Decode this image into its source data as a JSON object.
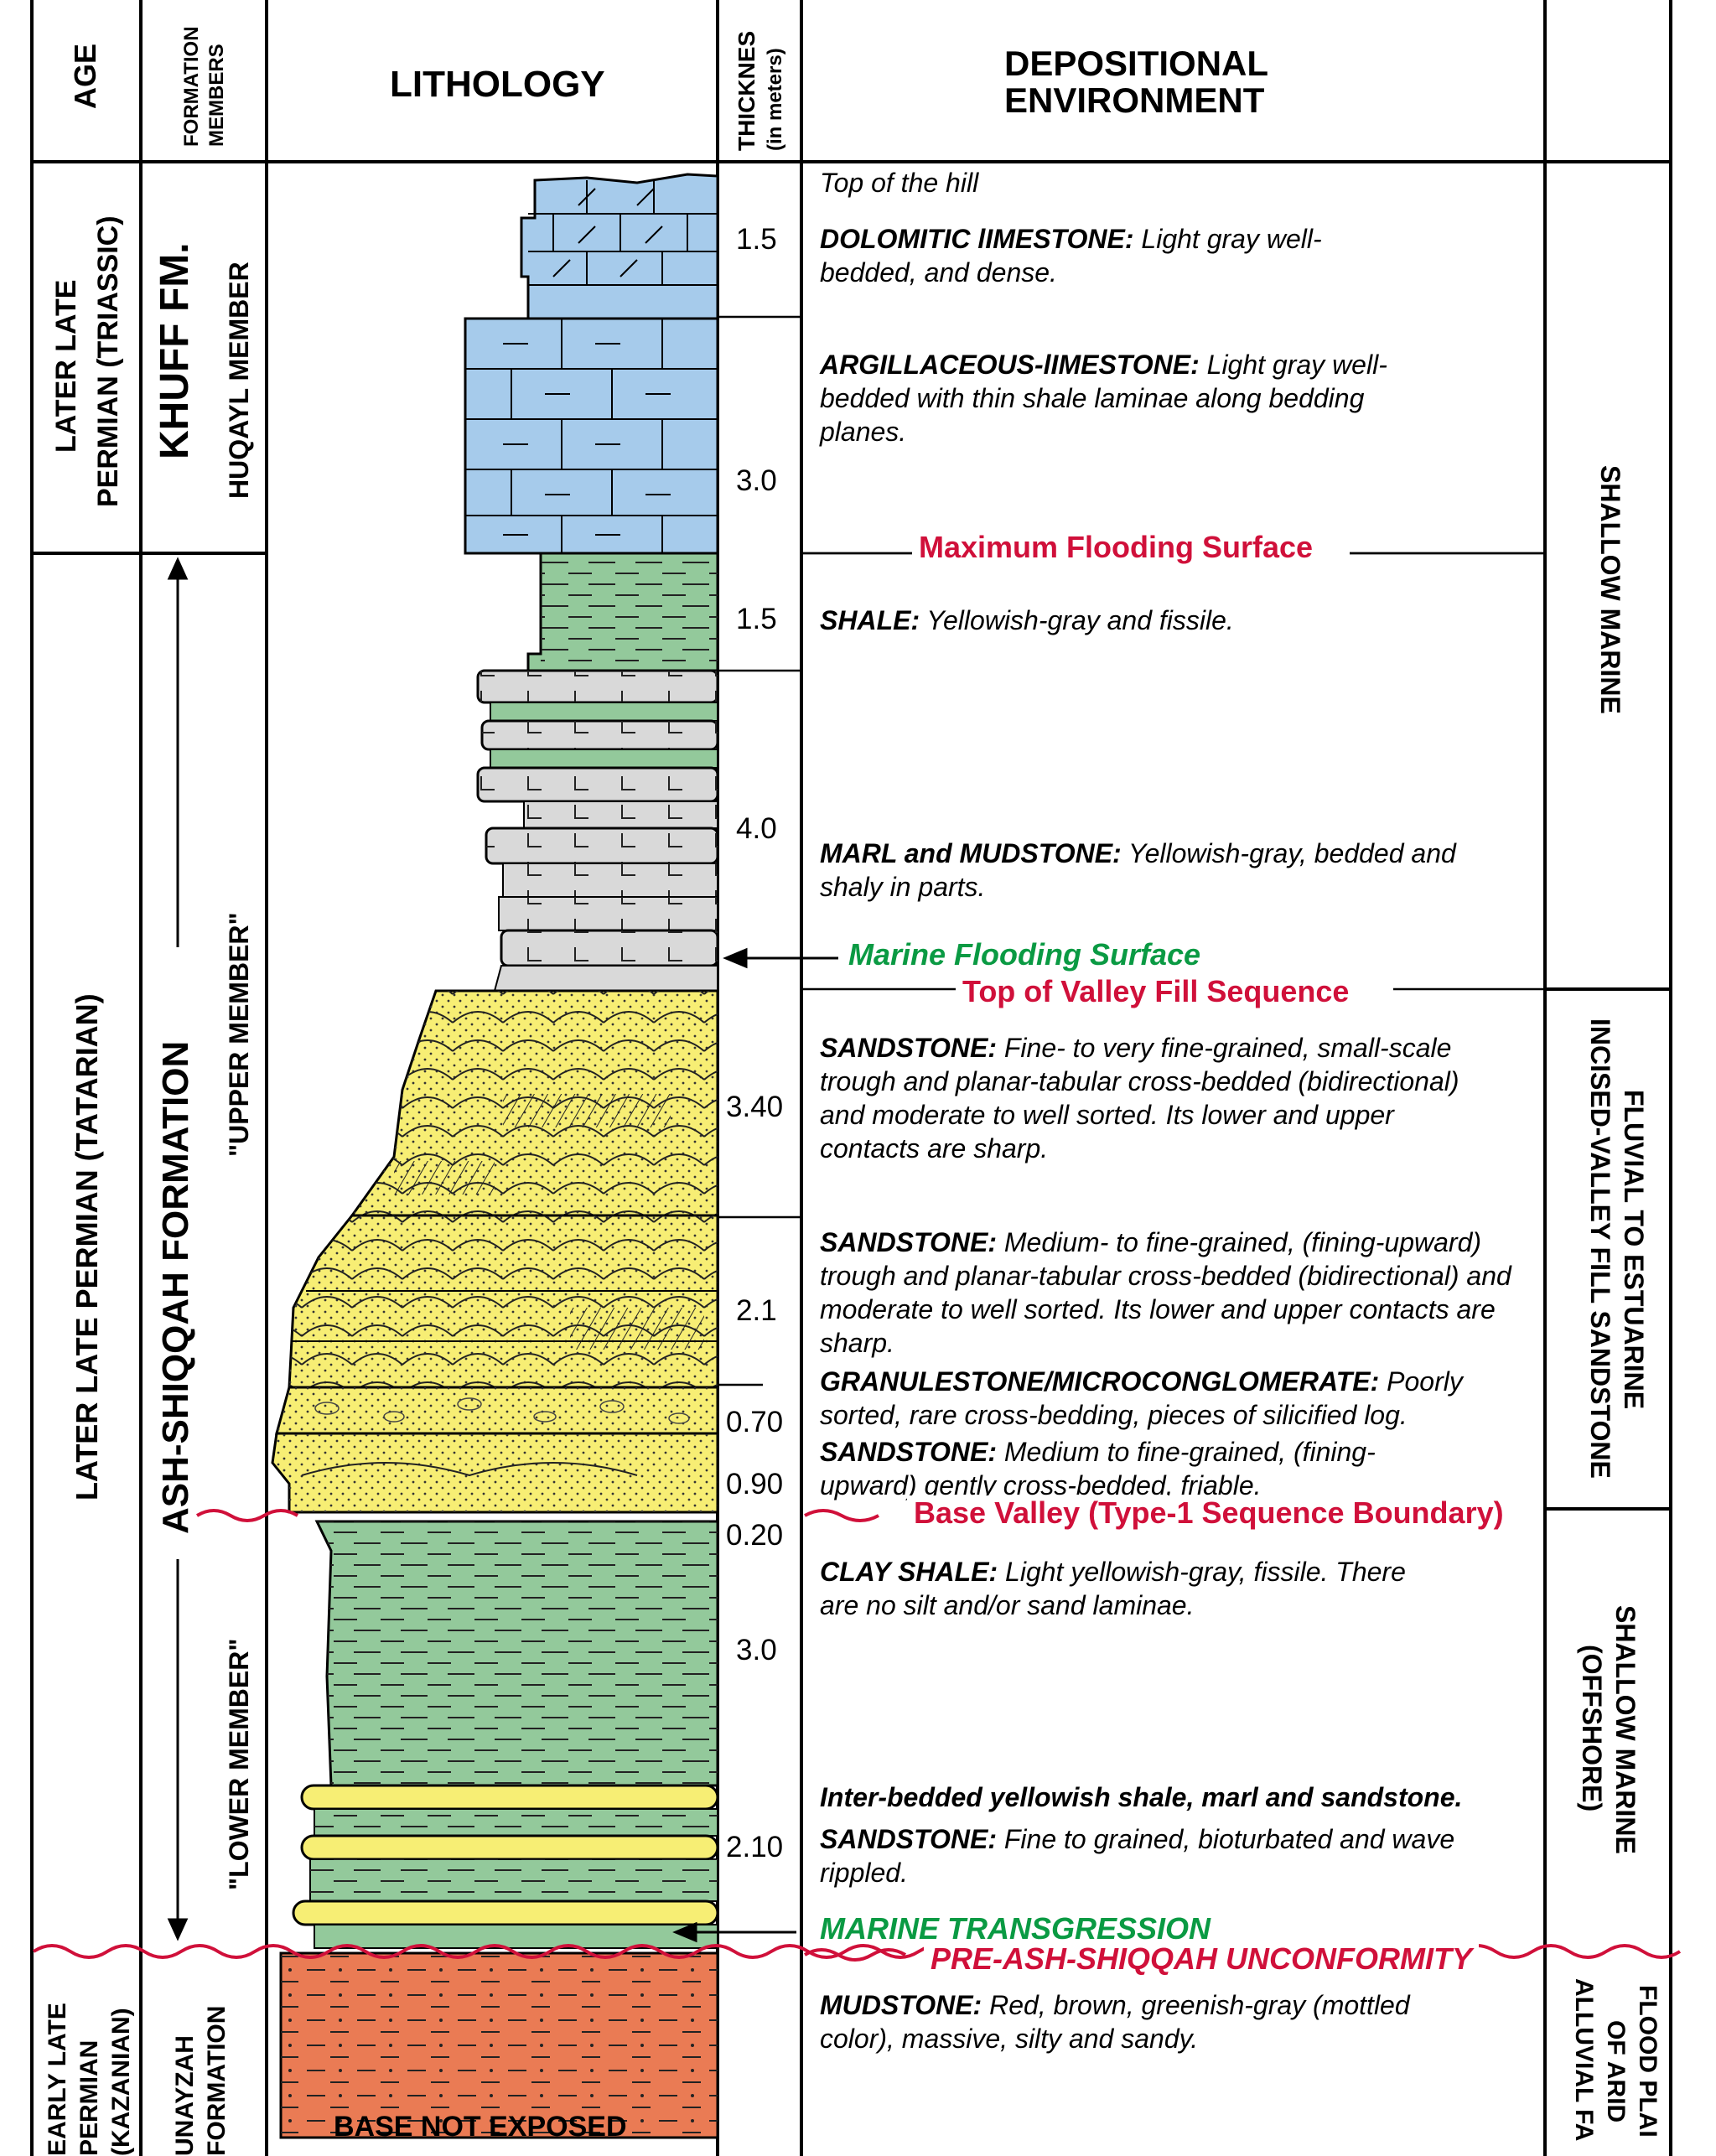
{
  "headers": {
    "age": "AGE",
    "formation_members": [
      "FORMATION",
      "MEMBERS"
    ],
    "lithology": "LITHOLOGY",
    "thickness": [
      "THICKNES",
      "(in meters)"
    ],
    "depositional_environment": [
      "DEPOSITIONAL",
      "ENVIRONMENT"
    ]
  },
  "ages": {
    "later_late_permian_triassic": [
      "LATER LATE",
      "PERMIAN (TRIASSIC)"
    ],
    "later_late_permian_tatarian": "LATER LATE PERMIAN (TATARIAN)",
    "early_late_permian_kazanian": [
      "EARLY LATE",
      "PERMIAN",
      "(KAZANIAN)"
    ]
  },
  "formations": {
    "khuff": "KHUFF FM.",
    "huqayl": "HUQAYL MEMBER",
    "ash_shiqqah": "ASH-SHIQQAH FORMATION",
    "upper_member": "\"UPPER MEMBER\"",
    "lower_member": "\"LOWER MEMBER\"",
    "unayzah": [
      "UNAYZAH",
      "FORMATION"
    ]
  },
  "thicknesses": [
    "1.5",
    "3.0",
    "1.5",
    "4.0",
    "3.40",
    "2.1",
    "0.70",
    "0.90",
    "0.20",
    "3.0",
    "2.10"
  ],
  "descriptions": {
    "top": "Top of the hill",
    "dolomitic_title": "DOLOMITIC lIMESTONE:",
    "dolomitic_text": " Light gray well-bedded, and dense.",
    "argillaceous_title": "ARGILLACEOUS-lIMESTONE:",
    "argillaceous_text": " Light gray well-bedded with thin shale laminae along bedding planes.",
    "shale_title": "SHALE:",
    "shale_text": " Yellowish-gray and fissile.",
    "marl_title": "MARL and MUDSTONE:",
    "marl_text": " Yellowish-gray, bedded and shaly in parts.",
    "sandstone1_title": "SANDSTONE:",
    "sandstone1_text": " Fine- to very fine-grained, small-scale trough and planar-tabular cross-bedded (bidirectional) and moderate to well sorted. Its lower and upper contacts are sharp.",
    "sandstone2_title": "SANDSTONE:",
    "sandstone2_text": " Medium- to fine-grained, (fining-upward) trough and planar-tabular cross-bedded (bidirectional) and moderate to well sorted. Its lower and upper contacts are sharp.",
    "granule_title": "GRANULESTONE/MICROCONGLOMERATE:",
    "granule_text": " Poorly sorted, rare cross-bedding, pieces of silicified log.",
    "sandstone3_title": "SANDSTONE:",
    "sandstone3_text": " Medium to fine-grained, (fining-upward) gently cross-bedded, friable.",
    "clay_title": "CLAY SHALE:",
    "clay_text": " Light yellowish-gray, fissile. There are no silt and/or sand laminae.",
    "interbedded": "Inter-bedded yellowish shale, marl and sandstone.",
    "sandstone4_title": "SANDSTONE:",
    "sandstone4_text": " Fine to grained, bioturbated and wave rippled.",
    "mudstone_title": "MUDSTONE:",
    "mudstone_text": " Red, brown, greenish-gray (mottled color), massive, silty and sandy."
  },
  "surfaces": {
    "max_flooding": "Maximum Flooding Surface",
    "marine_flooding": "Marine Flooding Surface",
    "top_valley": "Top of Valley Fill Sequence",
    "base_valley": "Base Valley (Type-1 Sequence Boundary)",
    "marine_transgression": "MARINE TRANSGRESSION",
    "unconformity": "PRE-ASH-SHIQQAH UNCONFORMITY"
  },
  "environments": {
    "shallow_marine": "SHALLOW MARINE",
    "fluvial": [
      "FLUVIAL TO ESTUARINE",
      "INCISED-VALLEY FILL SANDSTONE"
    ],
    "offshore": [
      "SHALLOW MARINE",
      "(OFFSHORE)"
    ],
    "flood_plain": [
      "FLOOD PLAI",
      "OF ARID",
      "ALLUVIAL FA"
    ]
  },
  "base_label": "BASE NOT EXPOSED",
  "colors": {
    "limestone": "#a6cbeb",
    "shale_green": "#93c99b",
    "marl_gray": "#d9d9d9",
    "sandstone_yellow": "#f7ee74",
    "mudstone_red": "#ea7b54",
    "red_text": "#d0103a",
    "green_text": "#0a9a43"
  }
}
